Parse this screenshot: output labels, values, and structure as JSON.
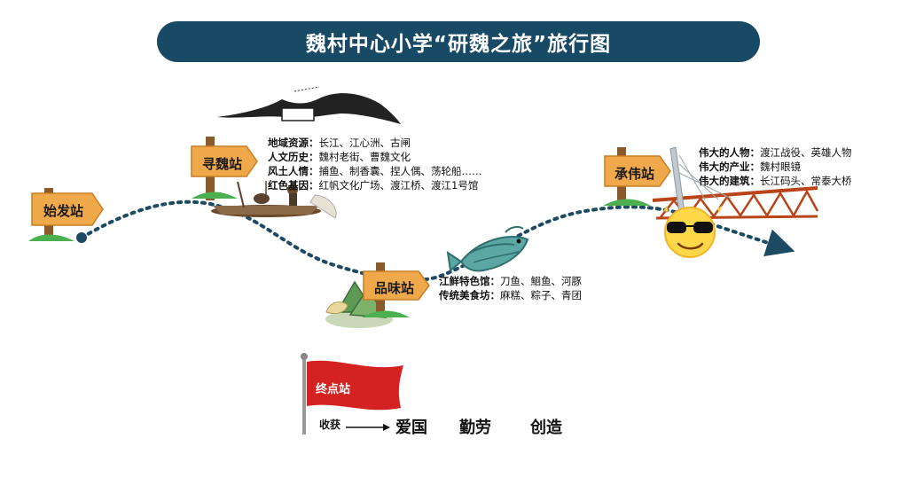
{
  "title": "魏村中心小学“研魏之旅”旅行图",
  "stops": {
    "start": "始发站",
    "xunwei": "寻魏站",
    "pinwei": "品味站",
    "chengwei": "承伟站",
    "finish": "终点站"
  },
  "xunwei_info": [
    {
      "key": "地域资源：",
      "value": "长江、江心洲、古闸"
    },
    {
      "key": "人文历史：",
      "value": "魏村老街、曹魏文化"
    },
    {
      "key": "风土人情：",
      "value": "捕鱼、制香囊、捏人偶、荡轮船……"
    },
    {
      "key": "红色基因：",
      "value": "红帆文化广场、渡江桥、渡江1号馆"
    }
  ],
  "pinwei_info": [
    {
      "key": "江鲜特色馆：",
      "value": "刀鱼、鮰鱼、河豚"
    },
    {
      "key": "传统美食坊：",
      "value": "麻糕、粽子、青团"
    }
  ],
  "chengwei_info": [
    {
      "key": "伟大的人物：",
      "value": "渡江战役、英雄人物"
    },
    {
      "key": "伟大的产业：",
      "value": "魏村眼镜"
    },
    {
      "key": "伟大的建筑：",
      "value": "长江码头、常泰大桥"
    }
  ],
  "harvest": {
    "label": "收获",
    "items": [
      "爱国",
      "勤劳",
      "创造"
    ]
  },
  "colors": {
    "title_bg": "#184a66",
    "route": "#1c4a63",
    "sign_wood": "#f0a94a",
    "sign_post": "#8b5a2b",
    "flag": "#d42222"
  }
}
